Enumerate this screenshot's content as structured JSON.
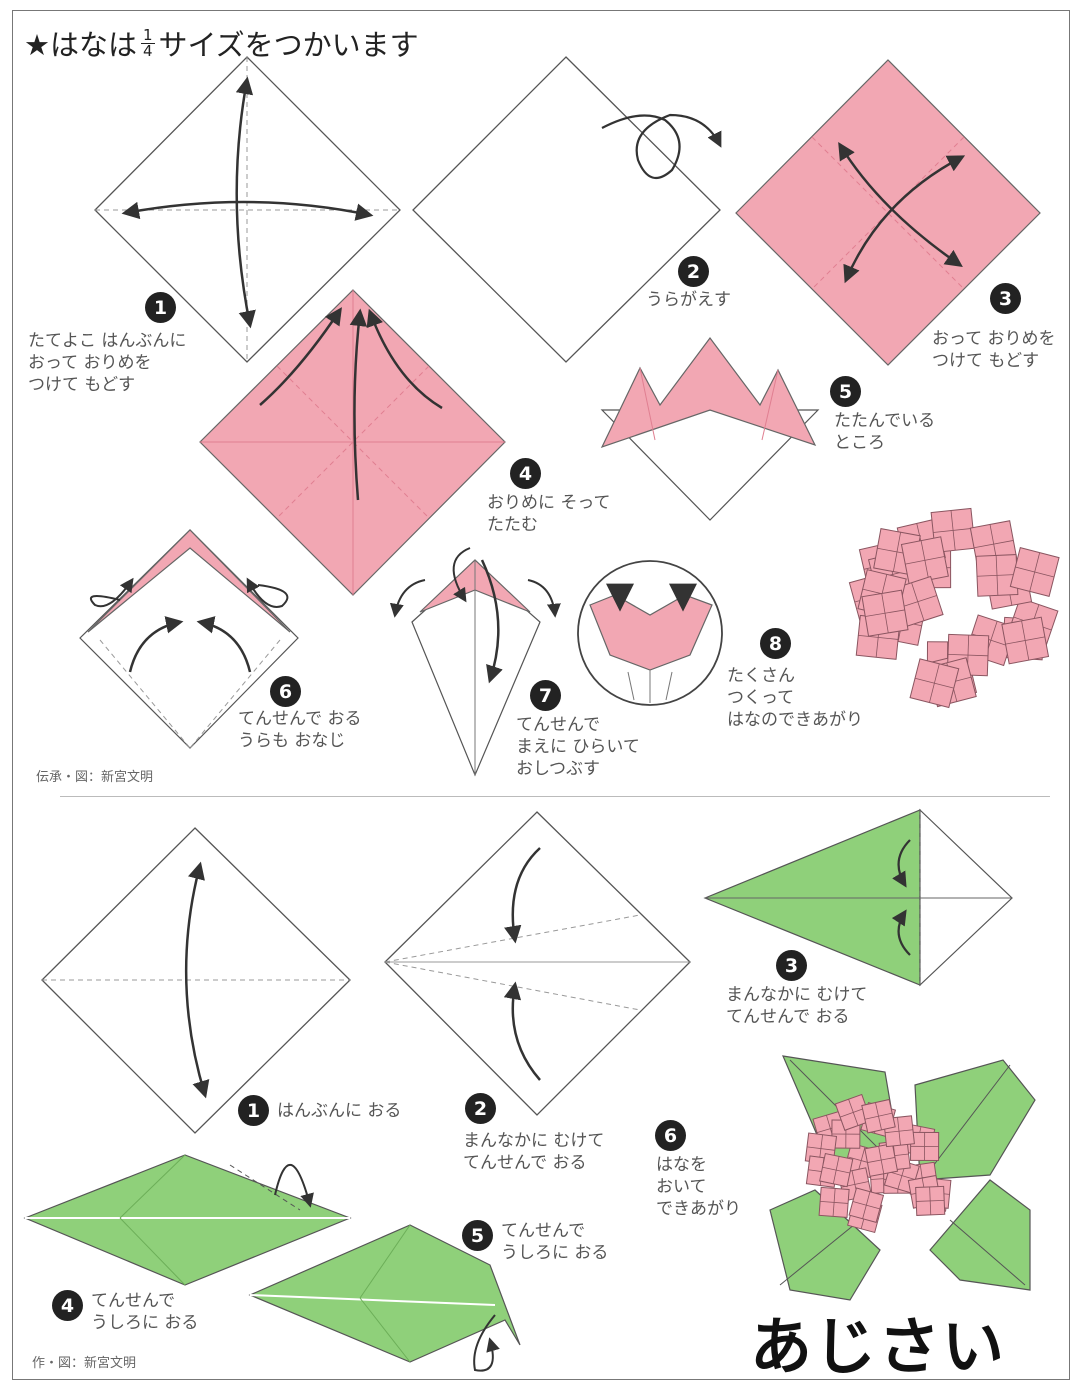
{
  "title": {
    "prefix": "★はなは",
    "frac_num": "1",
    "frac_den": "4",
    "suffix": "サイズをつかいます"
  },
  "flower_steps": [
    {
      "n": "1",
      "text": "たてよこ はんぶんに\nおって おりめを\nつけて もどす"
    },
    {
      "n": "2",
      "text": "うらがえす"
    },
    {
      "n": "3",
      "text": "おって おりめを\nつけて もどす"
    },
    {
      "n": "4",
      "text": "おりめに そって\nたたむ"
    },
    {
      "n": "5",
      "text": "たたんでいる\nところ"
    },
    {
      "n": "6",
      "text": "てんせんで おる\nうらも おなじ"
    },
    {
      "n": "7",
      "text": "てんせんで\nまえに ひらいて\nおしつぶす"
    },
    {
      "n": "8",
      "text": "たくさん\nつくって\nはなのできあがり"
    }
  ],
  "flower_credit": "伝承・図：新宮文明",
  "leaf_steps": [
    {
      "n": "1",
      "text": "はんぶんに おる"
    },
    {
      "n": "2",
      "text": "まんなかに むけて\nてんせんで おる"
    },
    {
      "n": "3",
      "text": "まんなかに むけて\nてんせんで おる"
    },
    {
      "n": "4",
      "text": "てんせんで\nうしろに おる"
    },
    {
      "n": "5",
      "text": "てんせんで\nうしろに おる"
    },
    {
      "n": "6",
      "text": "はなを\nおいて\nできあがり"
    }
  ],
  "leaf_credit": "作・図：新宮文明",
  "work_name": "あじさい",
  "colors": {
    "pink": "#f2a7b3",
    "pink_light": "#f8c9d0",
    "green": "#8fd07a",
    "green_dark": "#6cae58",
    "line": "#555555"
  }
}
